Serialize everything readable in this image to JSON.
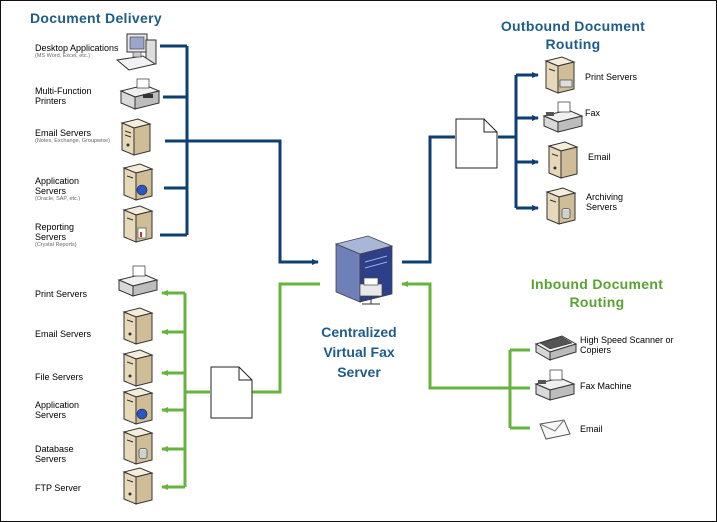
{
  "headers": {
    "document_delivery": "Document Delivery",
    "outbound_line1": "Outbound Document",
    "outbound_line2": "Routing",
    "inbound_line1": "Inbound Document",
    "inbound_line2": "Routing"
  },
  "center": {
    "line1": "Centralized",
    "line2": "Virtual Fax",
    "line3": "Server"
  },
  "delivery_sources": [
    {
      "label": "Desktop Applications",
      "sub": "(MS Word, Excel, etc.)",
      "icon": "desktop-computer-icon"
    },
    {
      "label": "Multi-Function Printers",
      "sub": "",
      "icon": "printer-icon"
    },
    {
      "label": "Email Servers",
      "sub": "(Notes, Exchange, Groupwise)",
      "icon": "server-icon"
    },
    {
      "label": "Application Servers",
      "sub": "(Oracle, SAP, etc.)",
      "icon": "server-globe-icon"
    },
    {
      "label": "Reporting Servers",
      "sub": "(Crystal Reports)",
      "icon": "server-report-icon"
    }
  ],
  "outbound_targets": [
    {
      "label": "Print Servers",
      "icon": "server-printer-icon"
    },
    {
      "label": "Fax",
      "icon": "fax-icon"
    },
    {
      "label": "Email",
      "icon": "server-icon"
    },
    {
      "label": "Archiving Servers",
      "icon": "server-database-icon"
    }
  ],
  "inbound_sources": [
    {
      "label": "High Speed Scanner or Copiers",
      "icon": "scanner-icon"
    },
    {
      "label": "Fax Machine",
      "icon": "fax-icon"
    },
    {
      "label": "Email",
      "icon": "envelope-icon"
    }
  ],
  "internal_targets": [
    {
      "label": "Print Servers",
      "icon": "printer-icon"
    },
    {
      "label": "Email Servers",
      "icon": "server-icon"
    },
    {
      "label": "File Servers",
      "icon": "server-icon"
    },
    {
      "label": "Application Servers",
      "icon": "server-globe-icon"
    },
    {
      "label": "Database Servers",
      "icon": "server-database-icon"
    },
    {
      "label": "FTP Server",
      "icon": "server-icon"
    }
  ],
  "colors": {
    "outbound_line": "#0e3f73",
    "inbound_line": "#66b33d",
    "header_blue": "#1e5c8a",
    "header_green": "#5aa232"
  }
}
